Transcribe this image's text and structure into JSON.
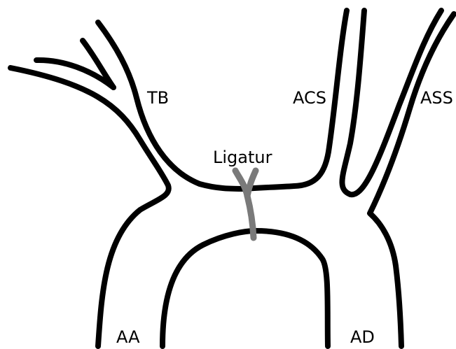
{
  "labels": {
    "tb": "TB",
    "acs": "ACS",
    "ass": "ASS",
    "ligatur": "Ligatur",
    "aa": "AA",
    "ad": "AD"
  },
  "colors": {
    "vessel": "#000000",
    "ligature": "#7a7a7a",
    "background": "#ffffff"
  }
}
